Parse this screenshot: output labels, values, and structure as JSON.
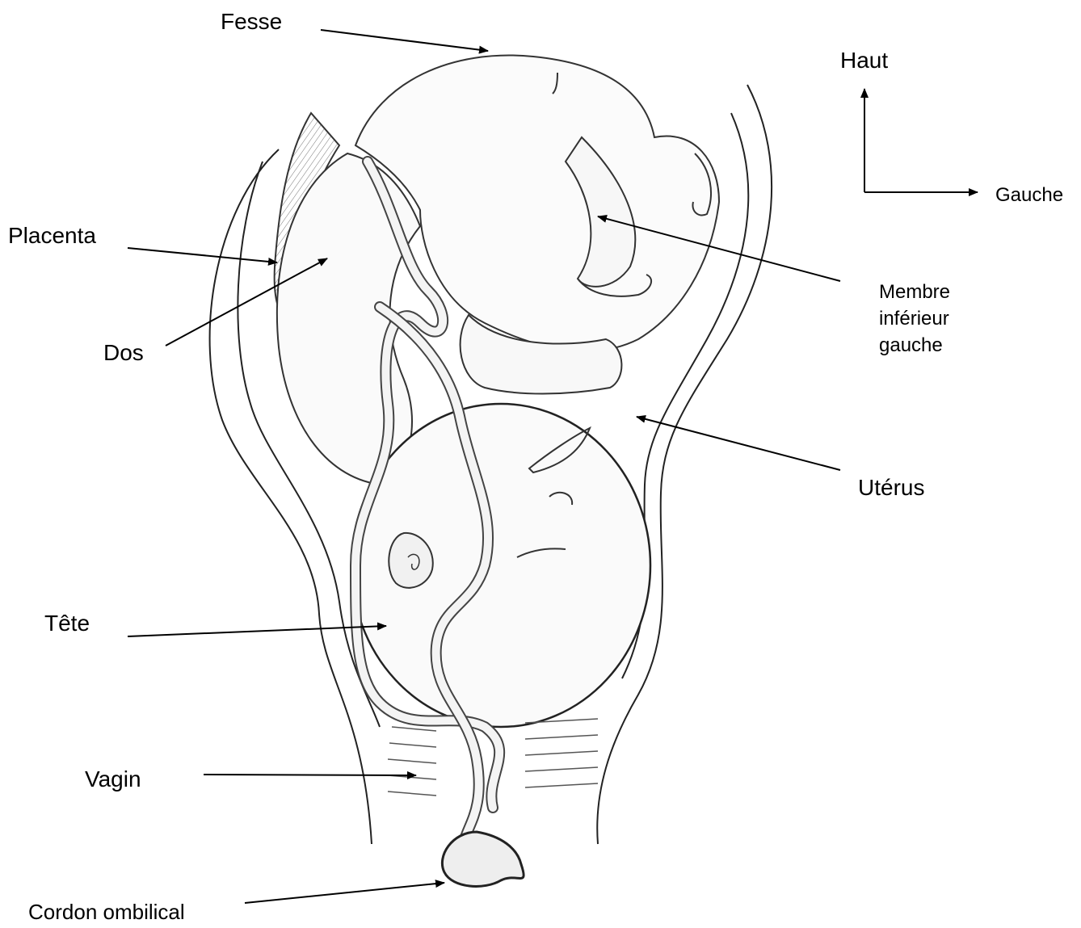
{
  "labels": {
    "fesse": "Fesse",
    "placenta": "Placenta",
    "dos": "Dos",
    "membre": [
      "Membre",
      "inférieur",
      "gauche"
    ],
    "uterus": "Utérus",
    "tete": "Tête",
    "vagin": "Vagin",
    "cordon": "Cordon ombilical"
  },
  "orientation": {
    "up": "Haut",
    "left": "Gauche"
  },
  "colors": {
    "ink": "#000000",
    "line": "#222222",
    "background": "#ffffff"
  }
}
